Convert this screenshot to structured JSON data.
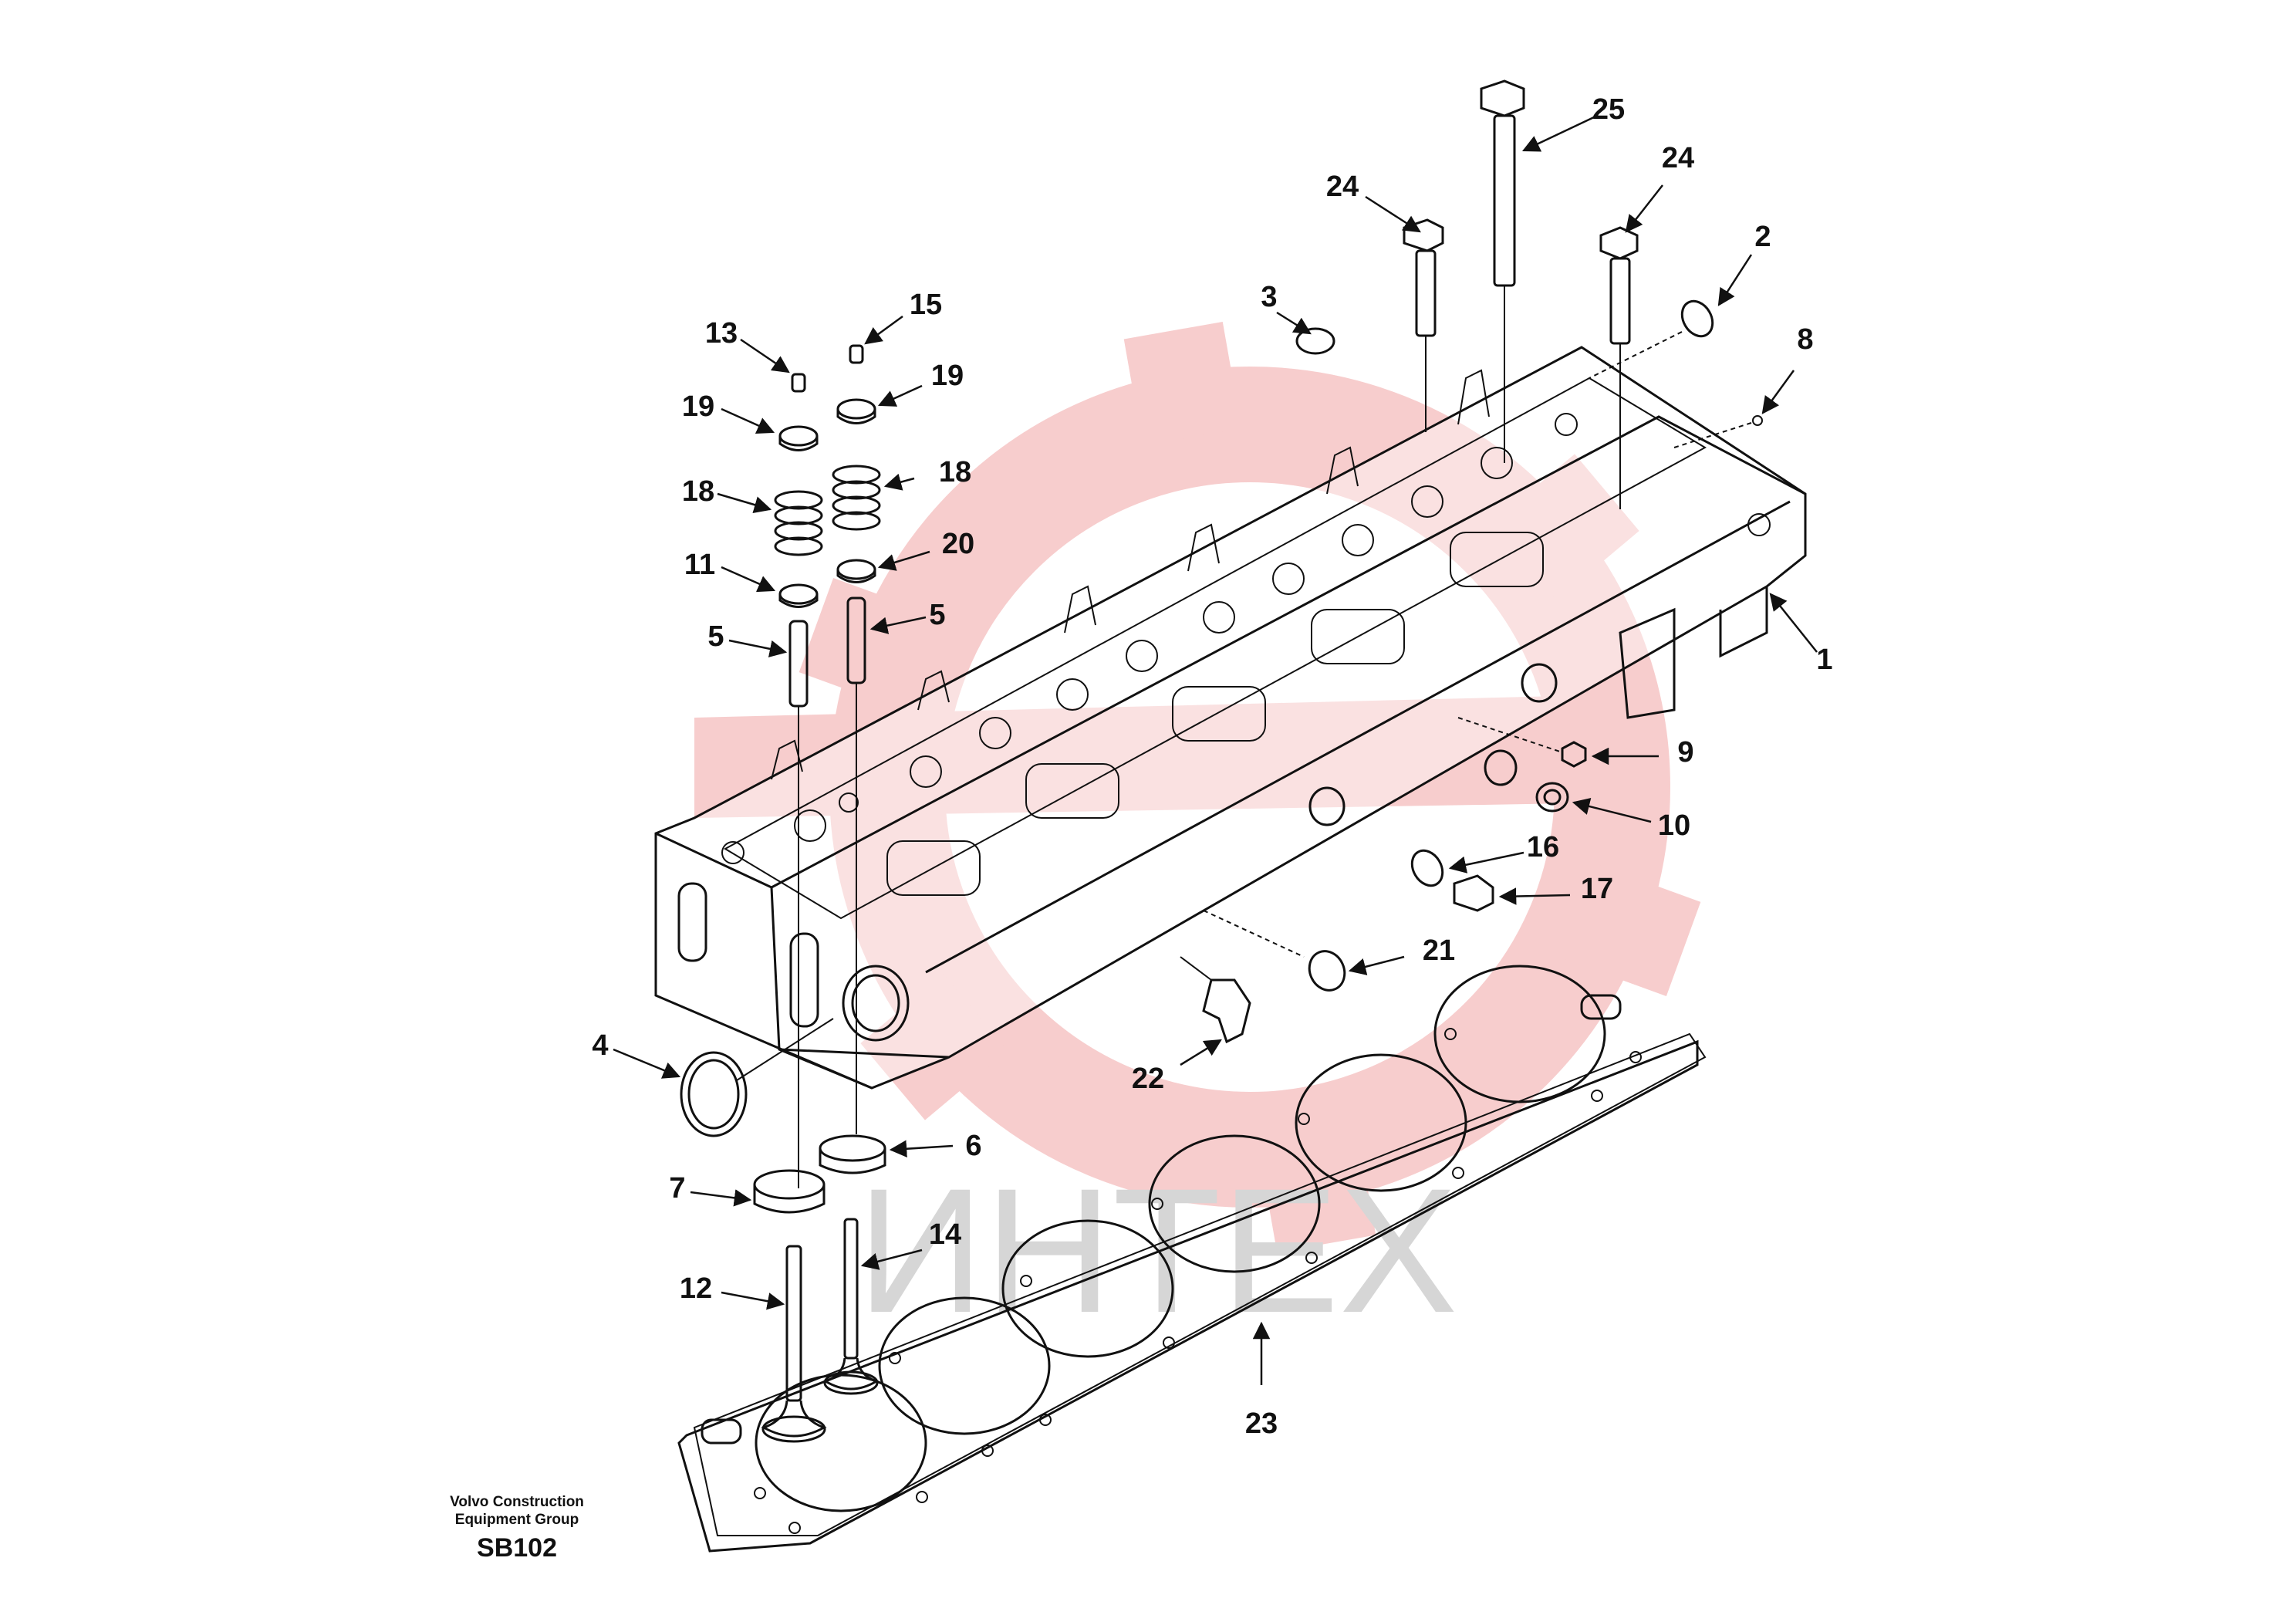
{
  "footer": {
    "line1": "Volvo Construction",
    "line2": "Equipment Group",
    "code": "SB102"
  },
  "watermark": {
    "text": "ИНТЕХ",
    "logo_color": "#f6c8c8",
    "text_color": "#d0d0d0"
  },
  "callouts": [
    {
      "id": "c25",
      "label": "25"
    },
    {
      "id": "c24a",
      "label": "24"
    },
    {
      "id": "c24b",
      "label": "24"
    },
    {
      "id": "c2",
      "label": "2"
    },
    {
      "id": "c3",
      "label": "3"
    },
    {
      "id": "c8",
      "label": "8"
    },
    {
      "id": "c13",
      "label": "13"
    },
    {
      "id": "c15",
      "label": "15"
    },
    {
      "id": "c19a",
      "label": "19"
    },
    {
      "id": "c19b",
      "label": "19"
    },
    {
      "id": "c18a",
      "label": "18"
    },
    {
      "id": "c18b",
      "label": "18"
    },
    {
      "id": "c11",
      "label": "11"
    },
    {
      "id": "c20",
      "label": "20"
    },
    {
      "id": "c5a",
      "label": "5"
    },
    {
      "id": "c5b",
      "label": "5"
    },
    {
      "id": "c1",
      "label": "1"
    },
    {
      "id": "c9",
      "label": "9"
    },
    {
      "id": "c10",
      "label": "10"
    },
    {
      "id": "c16",
      "label": "16"
    },
    {
      "id": "c17",
      "label": "17"
    },
    {
      "id": "c21",
      "label": "21"
    },
    {
      "id": "c22",
      "label": "22"
    },
    {
      "id": "c4",
      "label": "4"
    },
    {
      "id": "c6",
      "label": "6"
    },
    {
      "id": "c7",
      "label": "7"
    },
    {
      "id": "c14",
      "label": "14"
    },
    {
      "id": "c12",
      "label": "12"
    },
    {
      "id": "c23",
      "label": "23"
    }
  ]
}
